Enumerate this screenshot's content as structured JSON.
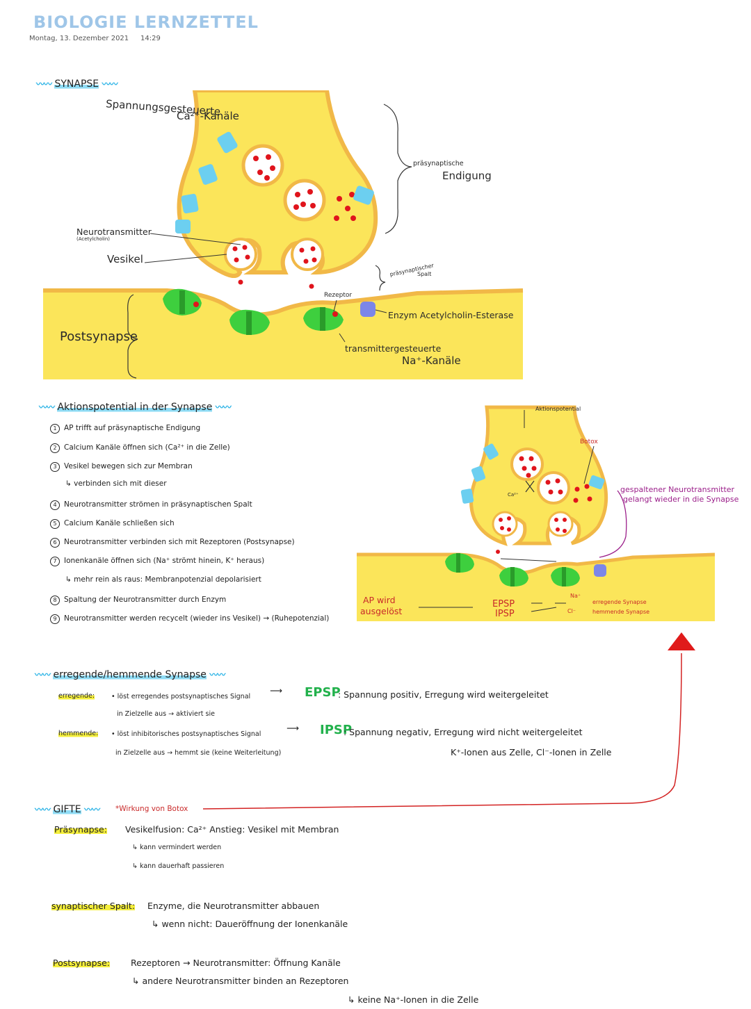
{
  "header": {
    "title": "BIOLOGIE LERNZETTEL",
    "date": "Montag, 13. Dezember 2021",
    "time": "14:29"
  },
  "synapse": {
    "heading": "SYNAPSE",
    "labels": {
      "ca_channels_1": "Spannungsgesteuerte",
      "ca_channels_2": "Ca²⁺-Kanäle",
      "presyn_1": "präsynaptische",
      "presyn_2": "Endigung",
      "neurotransmitter": "Neurotransmitter",
      "acetylcholin": "(Acetylcholin)",
      "vesikel": "Vesikel",
      "cleft_1": "präsynaptischer",
      "cleft_2": "Spalt",
      "rezeptor": "Rezeptor",
      "enzyme": "Enzym Acetylcholin-Esterase",
      "postsynapse": "Postsynapse",
      "na_channels_1": "transmittergesteuerte",
      "na_channels_2": "Na⁺-Kanäle"
    }
  },
  "ap": {
    "heading": "Aktionspotential in der Synapse",
    "steps": [
      {
        "n": "1",
        "text": "AP trifft auf präsynaptische Endigung"
      },
      {
        "n": "2",
        "text": "Calcium Kanäle öffnen sich   (Ca²⁺ in die Zelle)"
      },
      {
        "n": "3",
        "text": "Vesikel bewegen sich zur Membran"
      },
      {
        "n": "",
        "text": "↳ verbinden sich mit dieser"
      },
      {
        "n": "4",
        "text": "Neurotransmitter strömen in präsynaptischen Spalt"
      },
      {
        "n": "5",
        "text": "Calcium Kanäle schließen sich"
      },
      {
        "n": "6",
        "text": "Neurotransmitter verbinden sich mit Rezeptoren (Postsynapse)"
      },
      {
        "n": "7",
        "text": "Ionenkanäle öffnen sich   (Na⁺ strömt hinein, K⁺ heraus)"
      },
      {
        "n": "",
        "text": "↳ mehr rein als raus: Membranpotenzial depolarisiert"
      },
      {
        "n": "8",
        "text": "Spaltung der Neurotransmitter durch Enzym"
      },
      {
        "n": "9",
        "text": "Neurotransmitter werden recycelt (wieder ins Vesikel) → (Ruhepotenzial)"
      }
    ],
    "diagram": {
      "aktionspotential": "Aktionspotential",
      "botox": "Botox",
      "split_1": "gespaltener Neurotransmitter",
      "split_2": "gelangt wieder in die Synapse",
      "ap_1": "AP wird",
      "ap_2": "ausgelöst",
      "epsp": "EPSP",
      "ipsp": "IPSP",
      "na": "Na⁺",
      "cl": "Cl⁻",
      "erregende": "erregende Synapse",
      "hemmende": "hemmende Synapse",
      "ca": "Ca²⁺"
    }
  },
  "excite": {
    "heading": "erregende/hemmende Synapse",
    "erregende_label": "erregende:",
    "erregende_text": "• löst erregendes postsynaptisches Signal",
    "erregende_text2": "in Zielzelle aus → aktiviert sie",
    "epsp": "EPSP",
    "epsp_desc": ": Spannung positiv, Erregung wird weitergeleitet",
    "hemmende_label": "hemmende:",
    "hemmende_text": "• löst inhibitorisches postsynaptisches Signal",
    "hemmende_text2": "in Zielzelle aus → hemmt sie (keine Weiterleitung)",
    "ipsp": "IPSP",
    "ipsp_desc": ": Spannung negativ, Erregung wird nicht weitergeleitet",
    "ipsp_ions": "K⁺-Ionen aus Zelle, Cl⁻-Ionen in Zelle"
  },
  "gifte": {
    "heading": "GIFTE",
    "note": "*Wirkung von Botox",
    "praesynapse": "Präsynapse:",
    "praesynapse_text": "Vesikelfusion: Ca²⁺ Anstieg: Vesikel mit Membran",
    "praesynapse_sub1": "↳ kann vermindert werden",
    "praesynapse_sub2": "↳ kann dauerhaft passieren",
    "spalt": "synaptischer Spalt:",
    "spalt_text": "Enzyme, die Neurotransmitter abbauen",
    "spalt_sub": "↳ wenn nicht: Daueröffnung der Ionenkanäle",
    "post": "Postsynapse:",
    "post_text": "Rezeptoren → Neurotransmitter: Öffnung Kanäle",
    "post_sub1": "↳ andere Neurotransmitter binden an Rezeptoren",
    "post_sub2": "↳ keine Na⁺-Ionen in die Zelle"
  },
  "colors": {
    "cell": "#fbe55a",
    "membrane": "#f1b847",
    "vesicle_dot": "#e0141c",
    "channel": "#6ccff0",
    "receptor": "#3ecf3e",
    "enzyme": "#7c86e8",
    "arrow": "#d32222"
  }
}
